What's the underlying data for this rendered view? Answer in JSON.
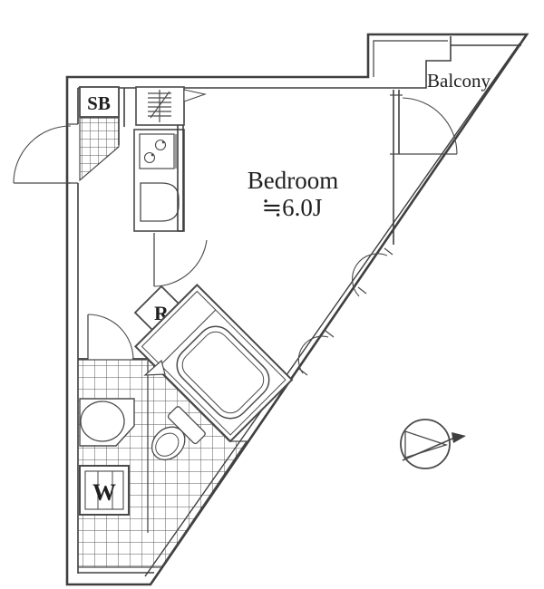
{
  "floorplan": {
    "background": "#ffffff",
    "line_color": "#3f3f3f",
    "labels": {
      "bedroom_name": "Bedroom",
      "bedroom_size": "≒6.0J",
      "balcony": "Balcony",
      "shoe_box": "SB",
      "refrigerator": "R",
      "washing_machine": "W"
    }
  }
}
